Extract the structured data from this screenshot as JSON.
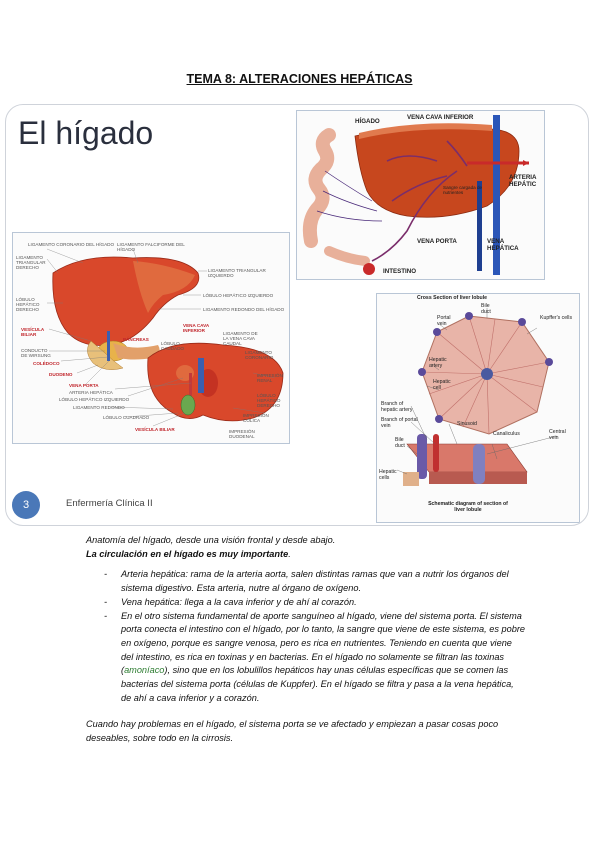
{
  "page": {
    "title": "TEMA 8: ALTERACIONES HEPÁTICAS"
  },
  "slide": {
    "title": "El hígado",
    "page_number": "3",
    "footer": "Enfermería Clínica II"
  },
  "fig_front": {
    "labels": [
      "LIGAMENTO CORONARIO DEL HÍGADO",
      "LIGAMENTO TRIANGULAR DERECHO",
      "LIGAMENTO FALCIFORME DEL HÍGADO",
      "LIGAMENTO TRIANGULAR IZQUIERDO",
      "LÓBULO HEPÁTICO DERECHO",
      "LÓBULO HEPÁTICO IZQUIERDO",
      "LIGAMENTO REDONDO DEL HÍGADO",
      "VESÍCULA BILIAR",
      "PÁNCREAS",
      "CONDUCTO DE WIRSUNG",
      "COLÉDOCO",
      "DUODENO",
      "VENA PORTA",
      "ARTERIA HEPÁTICA",
      "LÓBULO HEPÁTICO IZQUIERDO",
      "LIGAMENTO REDONDO",
      "LÓBULO CUADRADO",
      "VESÍCULA BILIAR",
      "VENA CAVA INFERIOR",
      "LÓBULO CAUDADO",
      "LIGAMENTO DE LA VENA CAVA CAUDAL",
      "LIGAMENTO CORONARIO",
      "IMPRESIÓN RENAL",
      "LÓBULO HEPÁTICO DERECHO",
      "IMPRESIÓN CÓLICA",
      "IMPRESIÓN DUODENAL"
    ]
  },
  "fig_circ": {
    "labels": [
      "HÍGADO",
      "VENA CAVA INFERIOR",
      "ARTERIA HEPÁTIC",
      "Sangre cargada de nutrientes",
      "VENA PORTA",
      "VENA HEPÁTICA",
      "INTESTINO"
    ]
  },
  "fig_lobule": {
    "labels": [
      "Cross Section of liver lobule",
      "Bile duct",
      "Portal vein",
      "Kupffer's cells",
      "Hepatic artery",
      "Hepatic cell",
      "Branch of hepatic artery",
      "Branch of portal vein",
      "Sinusoid",
      "Canaliculus",
      "Central vein",
      "Bile duct",
      "Hepatic cells",
      "Schematic diagram of section of liver lobule"
    ]
  },
  "body": {
    "line1": "Anatomía del hígado, desde una visión frontal y desde abajo.",
    "line2": "La circulación en el hígado es muy importante",
    "line2_end": ".",
    "bullets": [
      {
        "dash": "-",
        "text": "Arteria hepática: rama de la arteria aorta, salen distintas ramas que van a nutrir los órganos del sistema digestivo. Esta arteria, nutre al órgano de oxígeno."
      },
      {
        "dash": "-",
        "text": "Vena hepática: llega a la cava inferior y de ahí al corazón."
      }
    ],
    "bullet3": {
      "dash": "-",
      "before": "En el otro sistema fundamental de aporte sanguíneo al hígado, viene del sistema porta. El sistema porta conecta el intestino con el hígado, por lo tanto, la sangre que viene de este sistema, es pobre en oxígeno, porque es sangre venosa, pero es rica en nutrientes. Teniendo en cuenta que viene del intestino, es rica en toxinas y en bacterias. En el hígado no solamente se filtran las toxinas (",
      "highlight": "amoníaco",
      "after": "), sino que en los lobulillos hepáticos hay unas células específicas que se comen las bacterias del sistema porta (células de Kuppfer). En el hígado se filtra y pasa a la vena hepática, de ahí a cava inferior y a corazón."
    },
    "closing": "Cuando hay problemas en el hígado, el sistema porta se ve afectado y empiezan a pasar cosas poco deseables, sobre todo en la cirrosis."
  }
}
